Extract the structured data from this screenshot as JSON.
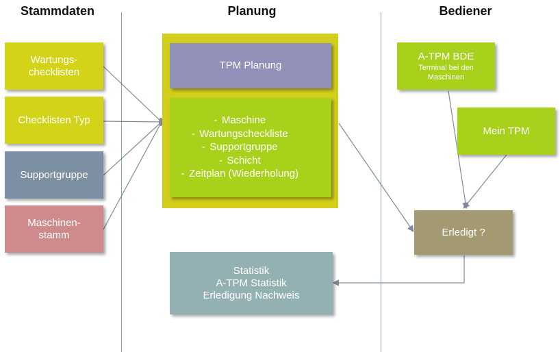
{
  "columns": {
    "stammdaten": "Stammdaten",
    "planung": "Planung",
    "bediener": "Bediener"
  },
  "stammdaten": {
    "wartungschecklisten": [
      "Wartungs-",
      "checklisten"
    ],
    "checklisten_typ": "Checklisten Typ",
    "supportgruppe": "Supportgruppe",
    "maschinenstamm": [
      "Maschinen-",
      "stamm"
    ]
  },
  "planung": {
    "tpm_planung": "TPM Planung",
    "items": [
      "Maschine",
      "Wartungscheckliste",
      "Supportgruppe",
      "Schicht",
      "Zeitplan (Wiederholung)"
    ],
    "dash": "-"
  },
  "bediener": {
    "atpm_bde_title": "A-TPM BDE",
    "atpm_bde_sub": [
      "Terminal bei den",
      "Maschinen"
    ],
    "mein_tpm": "Mein TPM",
    "erledigt": "Erledigt ?"
  },
  "statistik": [
    "Statistik",
    "A-TPM Statistik",
    "Erledigung Nachweis"
  ],
  "colors": {
    "lime": "#d3d31a",
    "slate": "#7d8fa3",
    "rose": "#cf8b8b",
    "purple": "#9090b8",
    "green": "#a7d11a",
    "olive": "#a39a72",
    "teal": "#93b1b3",
    "connector": "#7f8a96"
  }
}
